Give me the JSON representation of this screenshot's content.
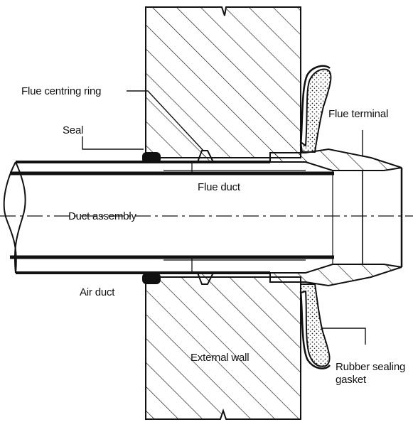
{
  "labels": {
    "flue_centring_ring": "Flue centring ring",
    "seal": "Seal",
    "flue_terminal": "Flue terminal",
    "flue_duct": "Flue duct",
    "duct_assembly": "Duct assembly",
    "air_duct": "Air duct",
    "external_wall": "External wall",
    "rubber_sealing_gasket_line1": "Rubber sealing",
    "rubber_sealing_gasket_line2": "gasket"
  },
  "colors": {
    "ink": "#111111",
    "background": "#ffffff"
  }
}
